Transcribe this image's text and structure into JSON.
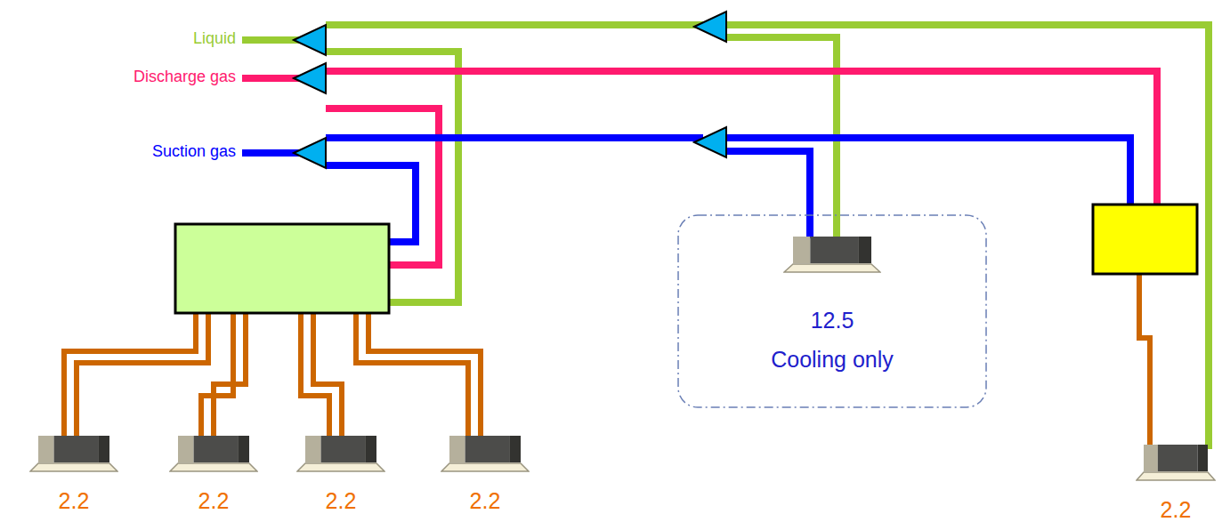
{
  "diagram": {
    "nodes": [
      {
        "text": [
          "2.2"
        ]
      },
      {
        "text": [
          "2.2"
        ]
      },
      {
        "text": [
          "2.2"
        ]
      },
      {
        "text": [
          "2.2"
        ]
      },
      {
        "text": [
          "12.5",
          "Cooling only"
        ]
      },
      {
        "text": [
          "2.2"
        ]
      }
    ],
    "labels": [
      "Liquid",
      "Discharge gas",
      "Suction gas"
    ]
  }
}
